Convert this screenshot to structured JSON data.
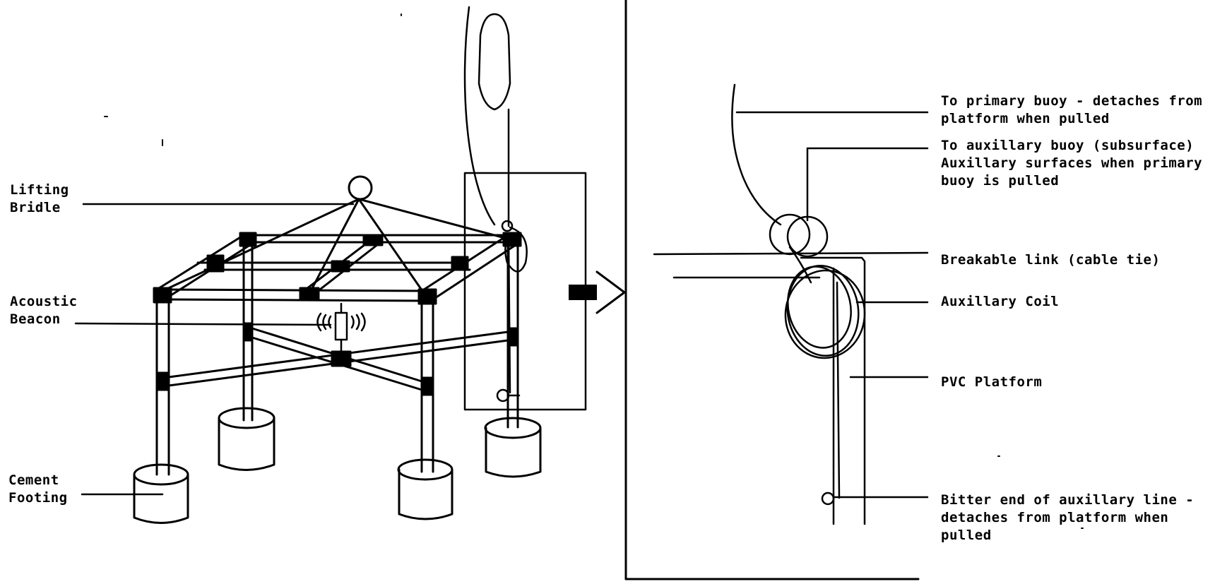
{
  "left_labels": {
    "lifting_bridle": "Lifting\nBridle",
    "acoustic_beacon": "Acoustic\nBeacon",
    "cement_footing": "Cement\nFooting"
  },
  "right_labels": {
    "primary_buoy": "To primary buoy - detaches from\nplatform when pulled",
    "auxiliary_buoy": "To auxillary buoy (subsurface)\nAuxillary surfaces when primary\nbuoy is pulled",
    "breakable_link": "Breakable link (cable tie)",
    "auxiliary_coil": "Auxillary Coil",
    "pvc_platform": "PVC Platform",
    "bitter_end": "Bitter end of auxillary line -\ndetaches from platform when\npulled"
  },
  "colors": {
    "ink": "#000000",
    "paper": "#ffffff"
  }
}
